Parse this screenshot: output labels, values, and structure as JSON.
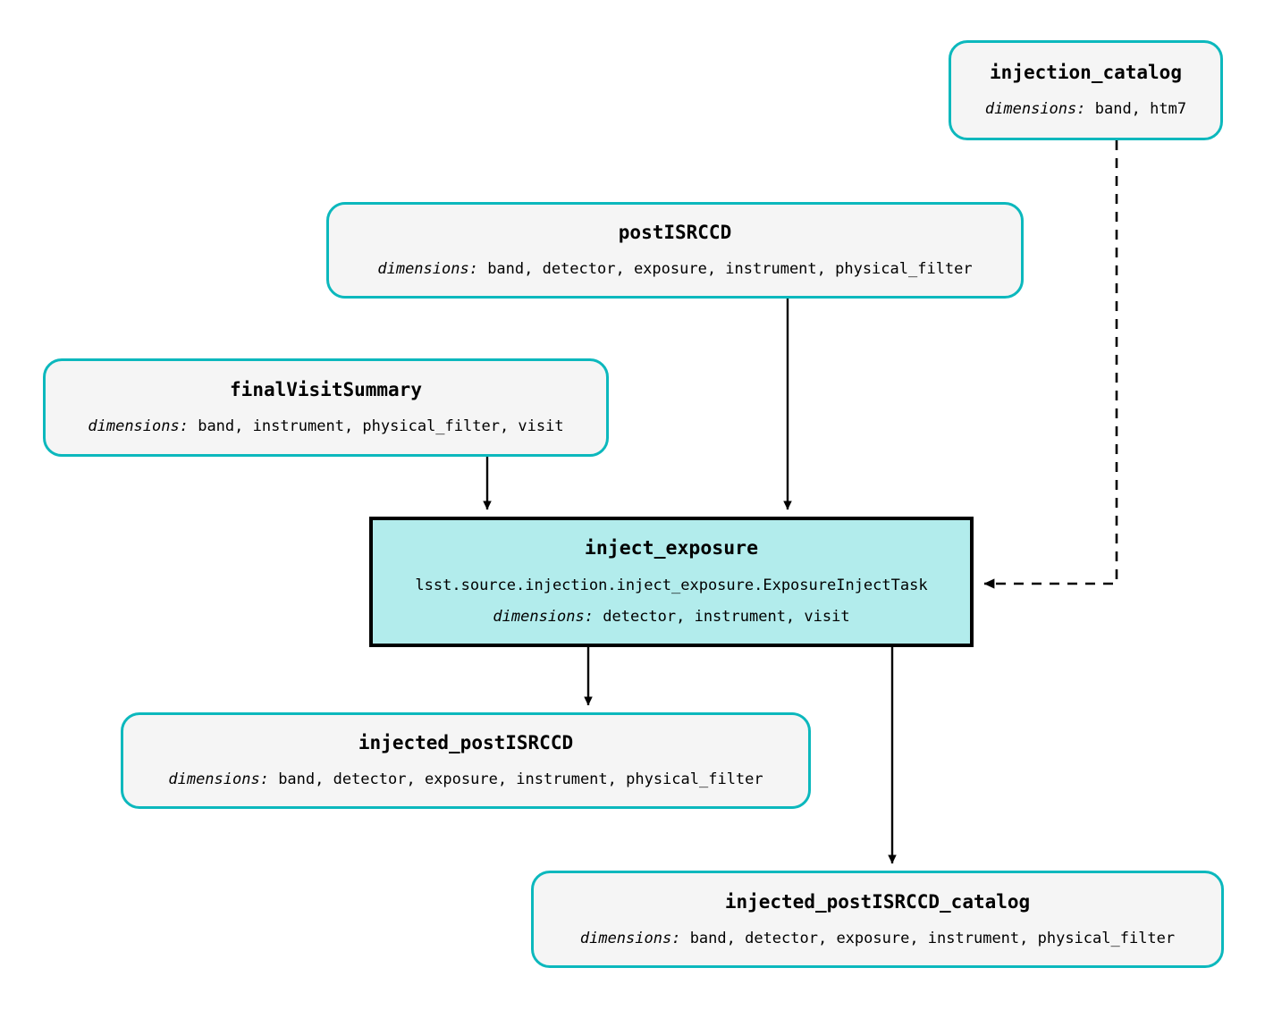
{
  "diagram": {
    "type": "pipeline-dag",
    "colors": {
      "dataset_border": "#0cb8bd",
      "dataset_fill": "#f5f5f5",
      "task_fill": "#b2ecec",
      "task_border": "#000000",
      "edge": "#000000",
      "background": "#ffffff"
    },
    "dimensions_label": "dimensions:",
    "nodes": {
      "injection_catalog": {
        "title": "injection_catalog",
        "dims": " band, htm7",
        "kind": "dataset"
      },
      "postISRCCD": {
        "title": "postISRCCD",
        "dims": " band, detector, exposure, instrument, physical_filter",
        "kind": "dataset"
      },
      "finalVisitSummary": {
        "title": "finalVisitSummary",
        "dims": " band, instrument, physical_filter, visit",
        "kind": "dataset"
      },
      "inject_exposure": {
        "title": "inject_exposure",
        "task_class": "lsst.source.injection.inject_exposure.ExposureInjectTask",
        "dims": " detector, instrument, visit",
        "kind": "task"
      },
      "injected_postISRCCD": {
        "title": "injected_postISRCCD",
        "dims": " band, detector, exposure, instrument, physical_filter",
        "kind": "dataset"
      },
      "injected_postISRCCD_catalog": {
        "title": "injected_postISRCCD_catalog",
        "dims": " band, detector, exposure, instrument, physical_filter",
        "kind": "dataset"
      }
    },
    "edges": [
      {
        "from": "injection_catalog",
        "to": "inject_exposure",
        "style": "dashed"
      },
      {
        "from": "postISRCCD",
        "to": "inject_exposure",
        "style": "solid"
      },
      {
        "from": "finalVisitSummary",
        "to": "inject_exposure",
        "style": "solid"
      },
      {
        "from": "inject_exposure",
        "to": "injected_postISRCCD",
        "style": "solid"
      },
      {
        "from": "inject_exposure",
        "to": "injected_postISRCCD_catalog",
        "style": "solid"
      }
    ]
  }
}
